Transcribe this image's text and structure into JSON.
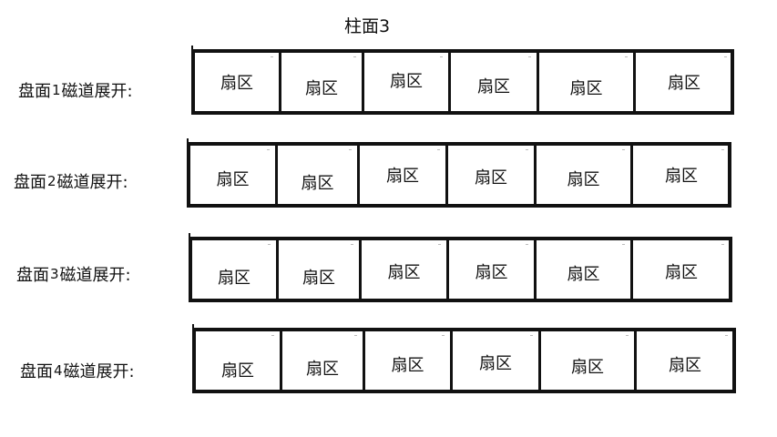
{
  "diagram": {
    "title": "柱面3",
    "sector_label": "扇区",
    "rows": [
      {
        "disk_label": "盘面",
        "disk_number": "1",
        "track_label": "磁道展开:"
      },
      {
        "disk_label": "盘面",
        "disk_number": "2",
        "track_label": "磁道展开:"
      },
      {
        "disk_label": "盘面",
        "disk_number": "3",
        "track_label": "磁道展开:"
      },
      {
        "disk_label": "盘面",
        "disk_number": "4",
        "track_label": "磁道展开:"
      }
    ],
    "colors": {
      "line": "#111111",
      "background": "#ffffff"
    }
  }
}
